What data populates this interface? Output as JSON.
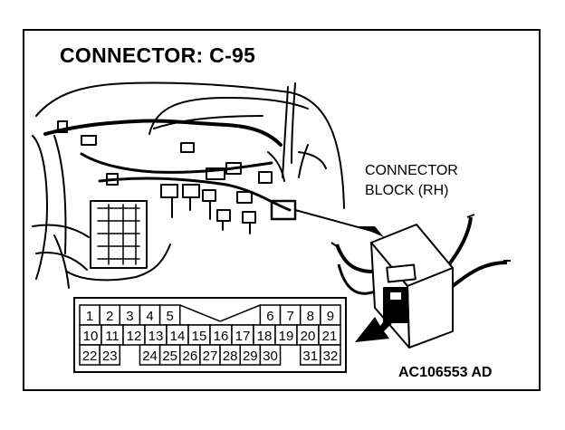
{
  "title": "CONNECTOR: C-95",
  "callout": {
    "line1": "CONNECTOR",
    "line2": "BLOCK (RH)"
  },
  "reference_code": "AC106553 AD",
  "pinout": {
    "row1": [
      "1",
      "2",
      "3",
      "4",
      "5",
      "",
      "",
      "",
      "",
      "6",
      "7",
      "8",
      "9"
    ],
    "row2": [
      "10",
      "11",
      "12",
      "13",
      "14",
      "15",
      "16",
      "17",
      "18",
      "19",
      "20",
      "21"
    ],
    "row3": [
      "22",
      "23",
      "",
      "24",
      "25",
      "26",
      "27",
      "28",
      "29",
      "30",
      "",
      "31",
      "32"
    ]
  }
}
